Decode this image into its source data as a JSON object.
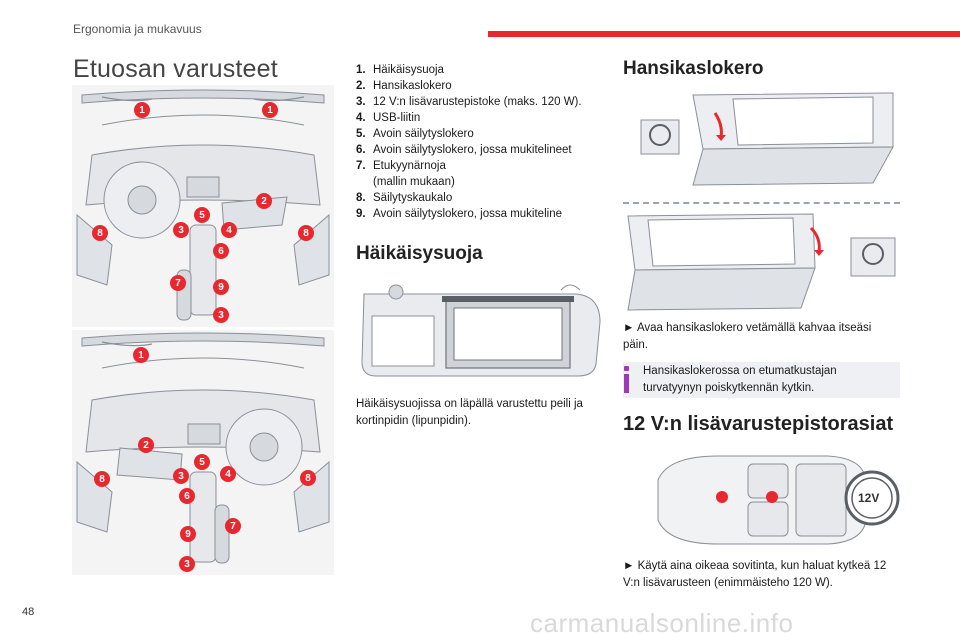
{
  "header": {
    "section": "Ergonomia ja mukavuus",
    "accent_color": "#e8282e"
  },
  "page_title": "Etuosan varusteet",
  "equipment_list": [
    {
      "num": "1.",
      "text": "Häikäisysuoja"
    },
    {
      "num": "2.",
      "text": "Hansikaslokero"
    },
    {
      "num": "3.",
      "text": "12 V:n lisävarustepistoke (maks. 120 W)."
    },
    {
      "num": "4.",
      "text": "USB-liitin"
    },
    {
      "num": "5.",
      "text": "Avoin säilytyslokero"
    },
    {
      "num": "6.",
      "text": "Avoin säilytyslokero, jossa mukitelineet"
    },
    {
      "num": "7.",
      "text": "Etukyynärnoja"
    },
    {
      "num": "",
      "text": "(mallin mukaan)"
    },
    {
      "num": "8.",
      "text": "Säilytyskaukalo"
    },
    {
      "num": "9.",
      "text": "Avoin säilytyslokero, jossa mukiteline"
    }
  ],
  "callouts": {
    "c1": "1",
    "c2": "2",
    "c3": "3",
    "c4": "4",
    "c5": "5",
    "c6": "6",
    "c7": "7",
    "c8": "8",
    "c9": "9"
  },
  "visor": {
    "title": "Häikäisysuoja",
    "text": "Häikäisysuojissa on läpällä varustettu peili ja kortinpidin (lipunpidin)."
  },
  "glovebox": {
    "title": "Hansikaslokero",
    "instruction": "► Avaa hansikaslokero vetämällä kahvaa itseäsi päin.",
    "info": "Hansikaslokerossa on etumatkustajan turvatyynyn poiskytkennän kytkin."
  },
  "socket": {
    "title": "12 V:n lisävarustepistorasiat",
    "label": "12V",
    "instruction": "► Käytä aina oikeaa sovitinta, kun haluat kytkeä 12 V:n lisävarusteen (enimmäisteho 120 W)."
  },
  "footer": {
    "page_number": "48",
    "watermark": "carmanualsonline.info"
  }
}
